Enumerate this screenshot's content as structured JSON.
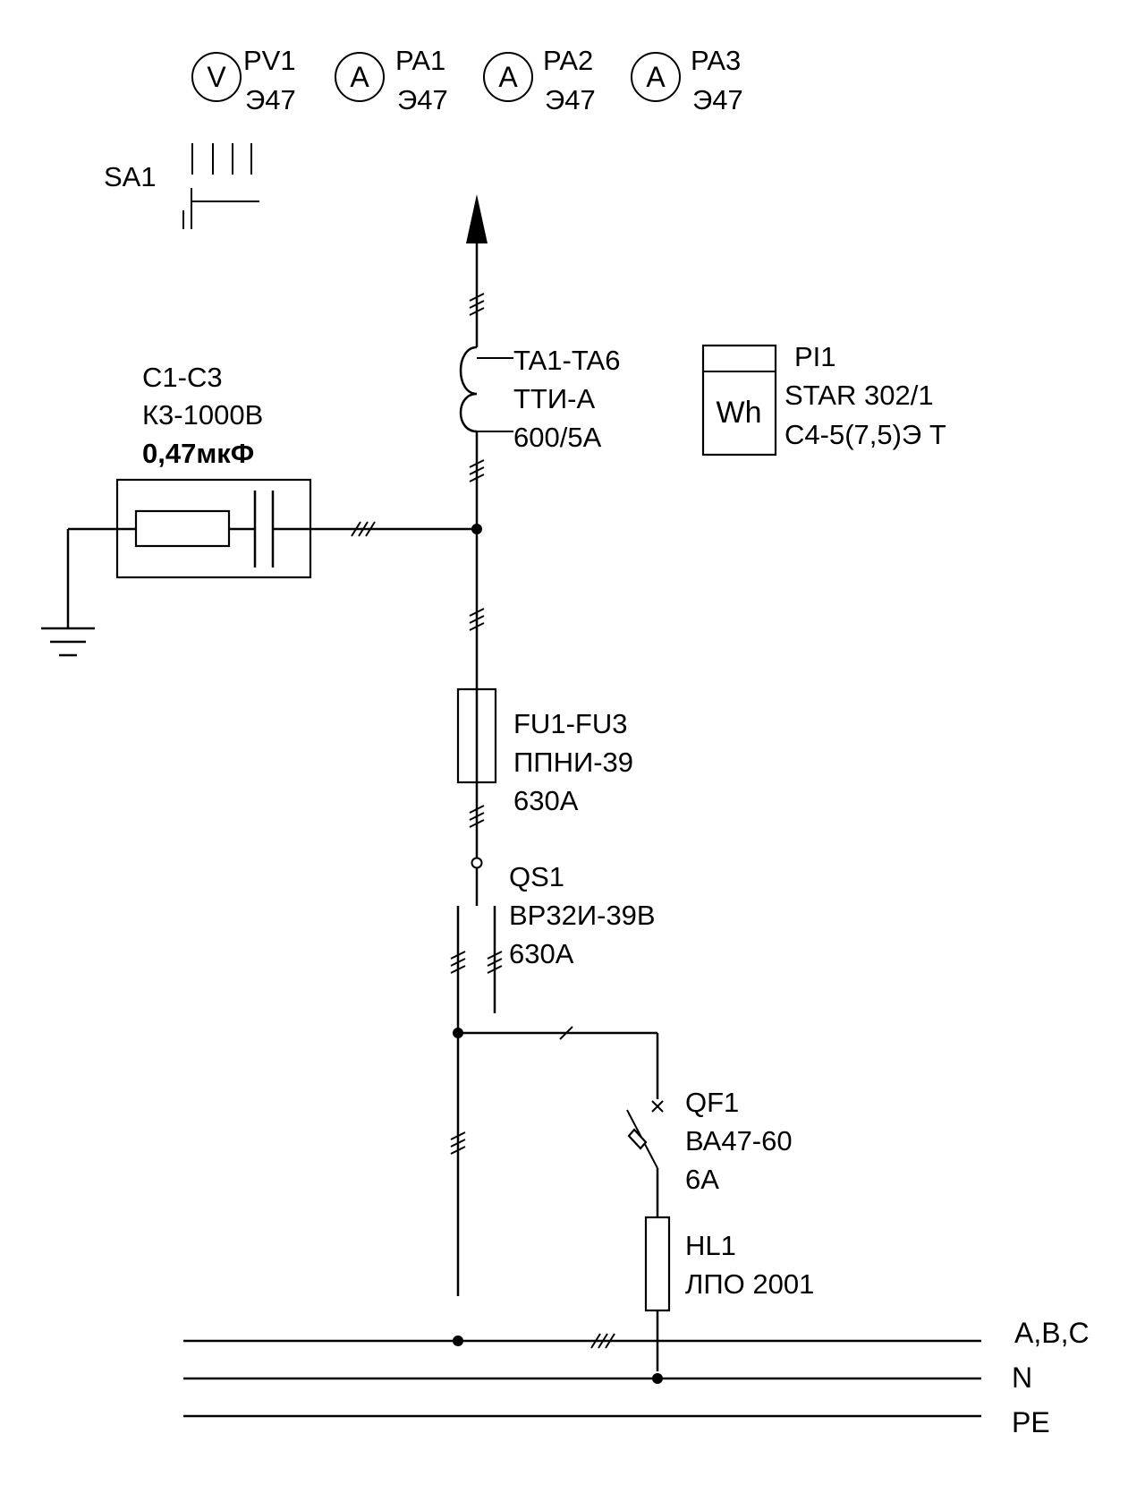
{
  "meters": [
    {
      "symbol": "V",
      "designation": "PV1",
      "type": "Э47"
    },
    {
      "symbol": "A",
      "designation": "PA1",
      "type": "Э47"
    },
    {
      "symbol": "A",
      "designation": "PA2",
      "type": "Э47"
    },
    {
      "symbol": "A",
      "designation": "PA3",
      "type": "Э47"
    }
  ],
  "switch_sa": {
    "designation": "SA1"
  },
  "current_transformers": {
    "designation": "TA1-TA6",
    "type": "ТТИ-А",
    "rating": "600/5А"
  },
  "energy_meter": {
    "designation": "PI1",
    "symbol": "Wh",
    "model": "STAR 302/1",
    "spec": "С4-5(7,5)Э Т"
  },
  "capacitors": {
    "designation": "С1-С3",
    "type": "К3-1000В",
    "value": "0,47мкФ"
  },
  "fuses": {
    "designation": "FU1-FU3",
    "type": "ППНИ-39",
    "rating": "630А"
  },
  "disconnector": {
    "designation": "QS1",
    "type": "ВР32И-39В",
    "rating": "630А"
  },
  "breaker": {
    "designation": "QF1",
    "type": "ВА47-60",
    "rating": "6А"
  },
  "lamp": {
    "designation": "HL1",
    "type": "ЛПО 2001"
  },
  "buses": {
    "phase": "A,B,C",
    "neutral": "N",
    "protective": "PE"
  }
}
